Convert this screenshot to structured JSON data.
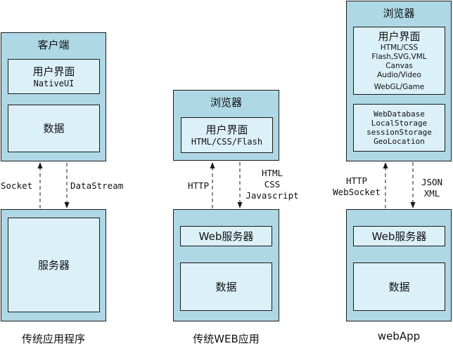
{
  "col1": {
    "client_title": "客户端",
    "ui_title": "用户界面",
    "ui_sub": "NativeUI",
    "data": "数据",
    "label_up": "Socket",
    "label_down": "DataStream",
    "server": "服务器",
    "caption": "传统应用程序"
  },
  "col2": {
    "browser_title": "浏览器",
    "ui_title": "用户界面",
    "ui_sub": "HTML/CSS/Flash",
    "label_up": "HTTP",
    "label_down": [
      "HTML",
      "CSS",
      "Javascript"
    ],
    "web_server": "Web服务器",
    "data": "数据",
    "caption": "传统WEB应用"
  },
  "col3": {
    "browser_title": "浏览器",
    "ui_title": "用户界面",
    "ui_lines": [
      "HTML/CSS",
      "Flash,SVG,VML",
      "Canvas",
      "Audio/Video",
      "WebGL/Game"
    ],
    "storage_lines": [
      "WebDatabase",
      "LocalStorage",
      "sessionStorage",
      "GeoLocation"
    ],
    "label_up": [
      "HTTP",
      "WebSocket"
    ],
    "label_down": [
      "JSON",
      "XML"
    ],
    "web_server": "Web服务器",
    "data": "数据",
    "caption": "webApp"
  },
  "colors": {
    "outer_fill": "#aed8e6",
    "inner_fill": "#dcf0f7",
    "stroke": "#1a1a1a"
  }
}
